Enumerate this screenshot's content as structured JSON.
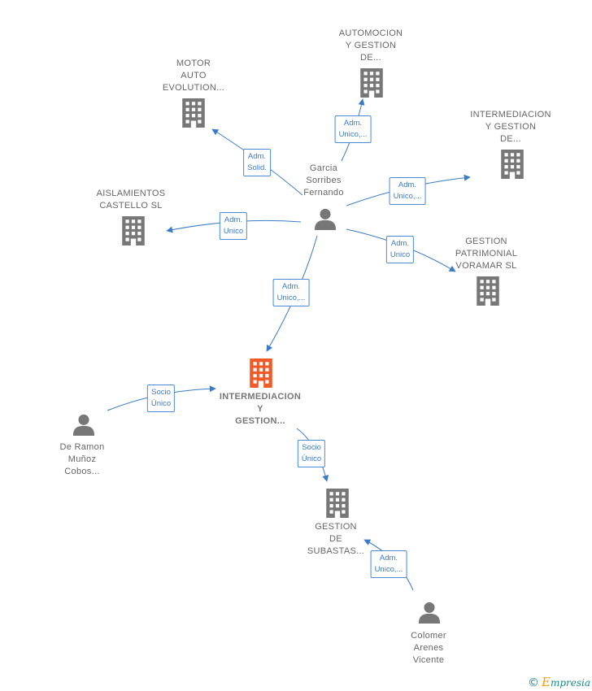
{
  "colors": {
    "edge": "#3a7bc8",
    "company_icon": "#777777",
    "main_company_icon": "#ef5a28",
    "person_icon": "#777777"
  },
  "nodes": {
    "motor_auto": {
      "lines": [
        "MOTOR",
        "AUTO",
        "EVOLUTION..."
      ],
      "icon": "building-icon"
    },
    "automocion": {
      "lines": [
        "AUTOMOCION",
        "Y GESTION",
        "DE..."
      ],
      "icon": "building-icon"
    },
    "intermediacion_gestion_de": {
      "lines": [
        "INTERMEDIACION",
        "Y GESTION",
        "DE..."
      ],
      "icon": "building-icon"
    },
    "aislamientos": {
      "lines": [
        "AISLAMIENTOS",
        "CASTELLO SL"
      ],
      "icon": "building-icon"
    },
    "gestion_patrimonial": {
      "lines": [
        "GESTION",
        "PATRIMONIAL",
        "VORAMAR  SL"
      ],
      "icon": "building-icon"
    },
    "garcia": {
      "lines": [
        "Garcia",
        "Sorribes",
        "Fernando"
      ],
      "icon": "person-icon"
    },
    "main_company": {
      "lines": [
        "INTERMEDIACION",
        "Y",
        "GESTION..."
      ],
      "icon": "building-icon"
    },
    "de_ramon": {
      "lines": [
        "De Ramon",
        "Muñoz",
        "Cobos..."
      ],
      "icon": "person-icon"
    },
    "gestion_subastas": {
      "lines": [
        "GESTION",
        "DE",
        "SUBASTAS..."
      ],
      "icon": "building-icon"
    },
    "colomer": {
      "lines": [
        "Colomer",
        "Arenes",
        "Vicente"
      ],
      "icon": "person-icon"
    }
  },
  "edges": {
    "garcia_motor": {
      "lines": [
        "Adm.",
        "Solid."
      ]
    },
    "garcia_automocion": {
      "lines": [
        "Adm.",
        "Unico,..."
      ]
    },
    "garcia_intermediacion": {
      "lines": [
        "Adm.",
        "Unico,..."
      ]
    },
    "garcia_aislamientos": {
      "lines": [
        "Adm.",
        "Unico"
      ]
    },
    "garcia_gestion_patrimonial": {
      "lines": [
        "Adm.",
        "Unico"
      ]
    },
    "garcia_main": {
      "lines": [
        "Adm.",
        "Unico,..."
      ]
    },
    "deramon_main": {
      "lines": [
        "Socio",
        "Único"
      ]
    },
    "main_subastas": {
      "lines": [
        "Socio",
        "Único"
      ]
    },
    "colomer_subastas": {
      "lines": [
        "Adm.",
        "Unico,..."
      ]
    }
  },
  "brand": {
    "symbol": "©",
    "initial": "E",
    "rest": "mpresia"
  }
}
